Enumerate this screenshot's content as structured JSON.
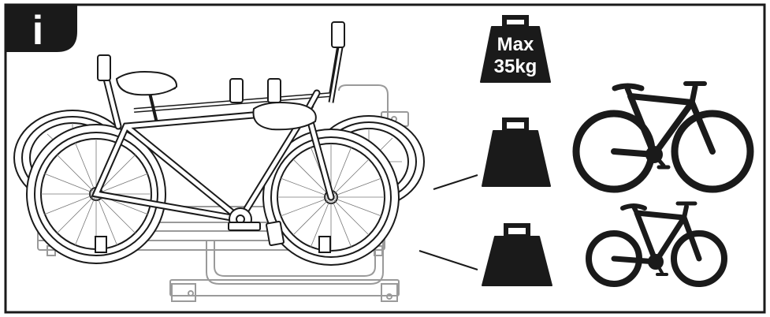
{
  "badge": {
    "letter": "i",
    "bg_color": "#1a1a1a"
  },
  "max_weight": {
    "line1": "Max",
    "line2": "35kg"
  },
  "colors": {
    "ink": "#1a1a1a",
    "frame": "#1a1a1a",
    "rack_gray": "#b5b5b5",
    "line_gray": "#555555"
  },
  "icons": [
    "info-badge",
    "weight-icon",
    "bicycle-icon"
  ]
}
